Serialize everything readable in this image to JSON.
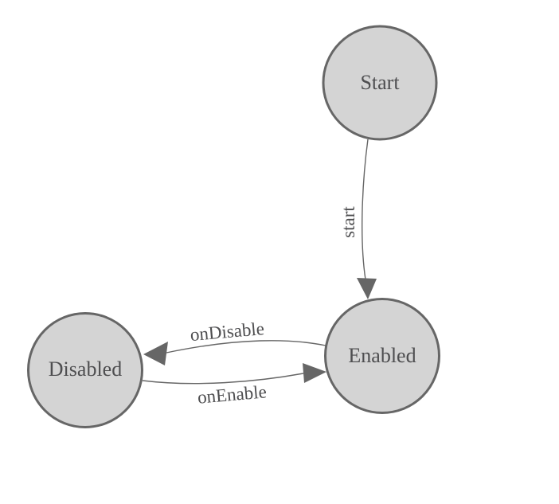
{
  "diagram": {
    "type": "state-machine",
    "nodes": [
      {
        "id": "start",
        "label": "Start"
      },
      {
        "id": "enabled",
        "label": "Enabled"
      },
      {
        "id": "disabled",
        "label": "Disabled"
      }
    ],
    "edges": [
      {
        "from": "Start",
        "to": "Enabled",
        "label": "start"
      },
      {
        "from": "Enabled",
        "to": "Disabled",
        "label": "onDisable"
      },
      {
        "from": "Disabled",
        "to": "Enabled",
        "label": "onEnable"
      }
    ]
  },
  "colors": {
    "background": "#ffffff",
    "node_fill": "#d4d4d4",
    "node_stroke": "#666666",
    "edge_stroke": "#666666",
    "arrowhead_fill": "#666666",
    "label_text": "#4e4e50"
  }
}
